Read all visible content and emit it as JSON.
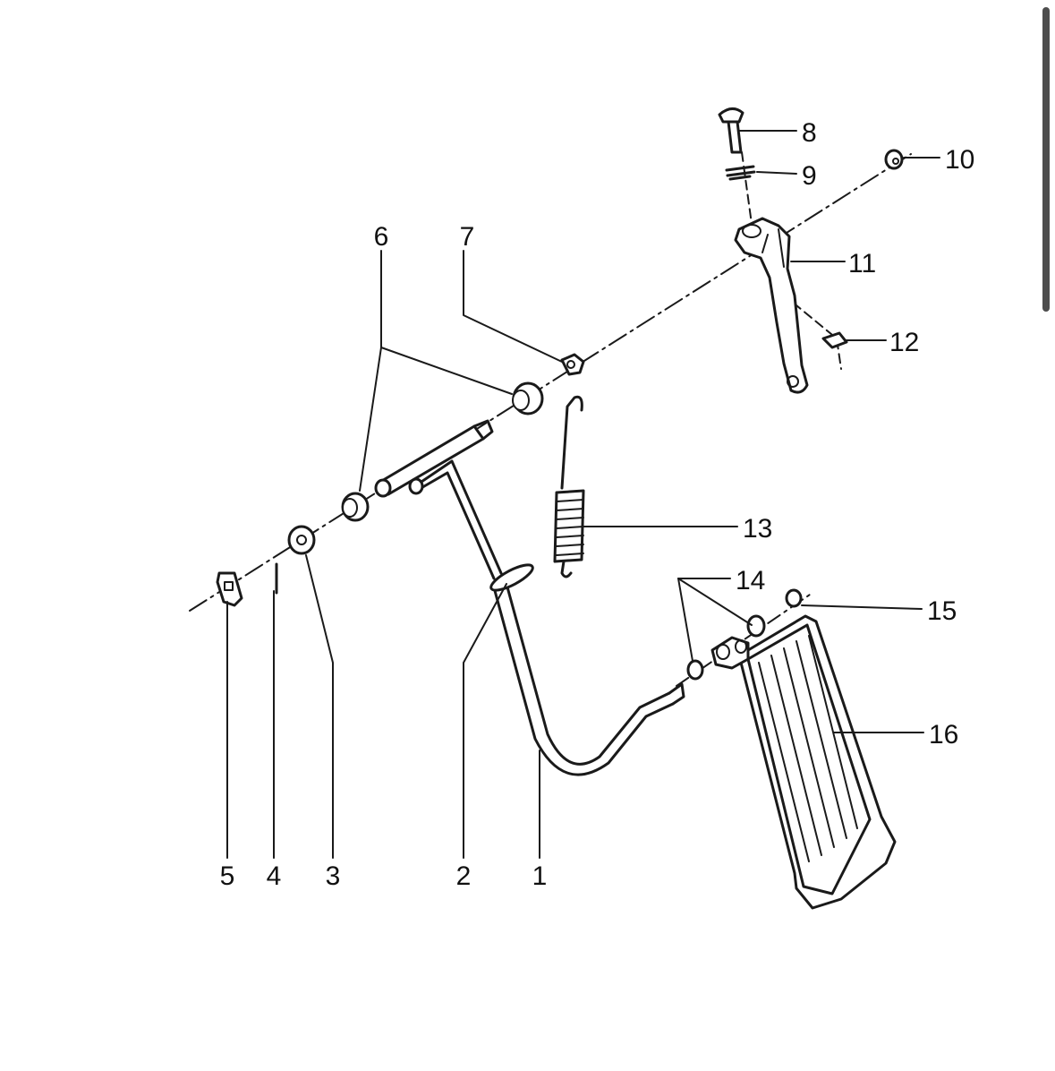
{
  "diagram": {
    "kind": "exploded parts diagram",
    "callouts": [
      {
        "id": "c1",
        "text": "1"
      },
      {
        "id": "c2",
        "text": "2"
      },
      {
        "id": "c3",
        "text": "3"
      },
      {
        "id": "c4",
        "text": "4"
      },
      {
        "id": "c5",
        "text": "5"
      },
      {
        "id": "c6",
        "text": "6"
      },
      {
        "id": "c7",
        "text": "7"
      },
      {
        "id": "c8",
        "text": "8"
      },
      {
        "id": "c9",
        "text": "9"
      },
      {
        "id": "c10",
        "text": "10"
      },
      {
        "id": "c11",
        "text": "11"
      },
      {
        "id": "c12",
        "text": "12"
      },
      {
        "id": "c13",
        "text": "13"
      },
      {
        "id": "c14",
        "text": "14"
      },
      {
        "id": "c15",
        "text": "15"
      },
      {
        "id": "c16",
        "text": "16"
      }
    ]
  },
  "colors": {
    "ink": "#1a1a1a",
    "background": "#ffffff",
    "scrollbar": "#4d4d4d"
  }
}
